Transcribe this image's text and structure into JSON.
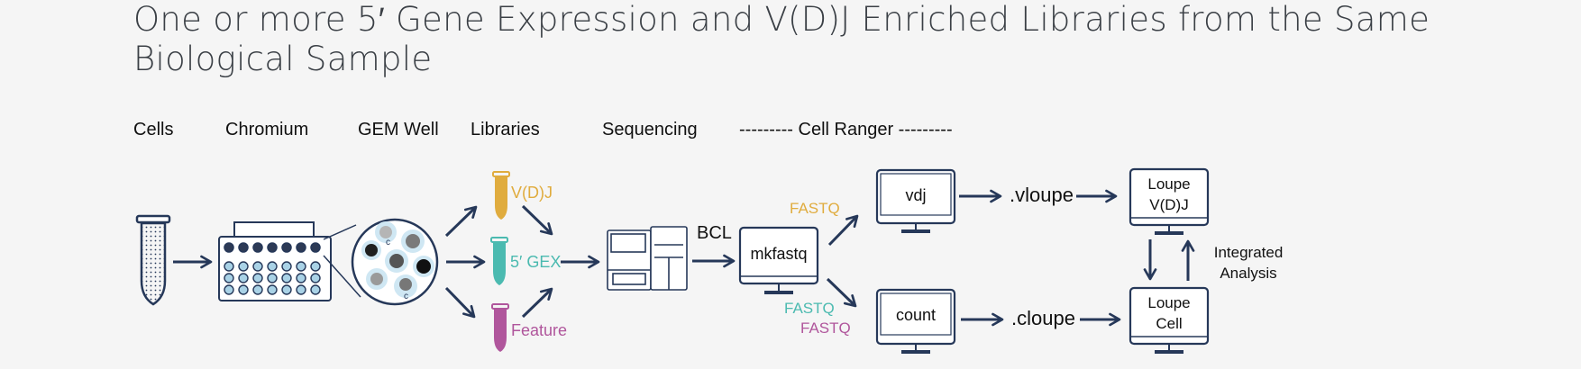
{
  "title": "One or more 5′ Gene Expression and V(D)J Enriched Libraries from the Same Biological Sample",
  "stage_headers": [
    "Cells",
    "Chromium",
    "GEM Well",
    "Libraries",
    "Sequencing",
    "--------- Cell Ranger ---------"
  ],
  "libraries": {
    "vdj": "V(D)J",
    "gex": "5′ GEX",
    "feature": "Feature"
  },
  "bcl_label": "BCL",
  "mkfastq_label": "mkfastq",
  "fastq_labels": {
    "top": "FASTQ",
    "bottom_1": "FASTQ",
    "bottom_2": "FASTQ"
  },
  "monitors": {
    "vdj": "vdj",
    "count": "count",
    "loupe_vdj_line1": "Loupe",
    "loupe_vdj_line2": "V(D)J",
    "loupe_cell_line1": "Loupe",
    "loupe_cell_line2": "Cell"
  },
  "outputs": {
    "vloupe": ".vloupe",
    "cloupe": ".cloupe"
  },
  "integrated": {
    "line1": "Integrated",
    "line2": "Analysis"
  },
  "colors": {
    "navy": "#263859",
    "vdj_gold": "#e0ac3e",
    "gex_teal": "#4bbab0",
    "feature_magenta": "#b0569c",
    "bead_blue": "#a9d2e6"
  }
}
